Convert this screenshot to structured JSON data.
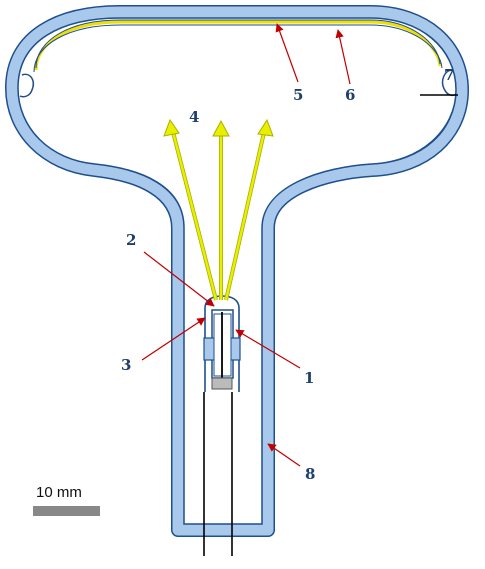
{
  "diagram": {
    "callouts": {
      "c1": "1",
      "c2": "2",
      "c3": "3",
      "c4": "4",
      "c5": "5",
      "c6": "6",
      "c7": "7",
      "c8": "8"
    },
    "scale_bar": {
      "label": "10 mm"
    }
  },
  "colors": {
    "tube_glass": "#a8c8ec",
    "glass_outline": "#1f4f8c",
    "phosphor": "#f0e000",
    "ray": "#e8f000",
    "ray_outline": "#aab000",
    "callout_text": "#1f3f6e",
    "leader": "#c00000",
    "scale_bar": "#888888"
  }
}
